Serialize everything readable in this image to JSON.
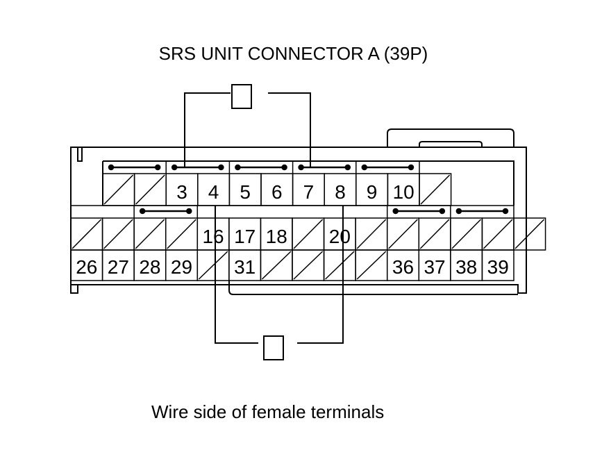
{
  "title": "SRS UNIT CONNECTOR A (39P)",
  "caption": "Wire side of female terminals",
  "terminals": {
    "row1": [
      "",
      "",
      "3",
      "4",
      "5",
      "6",
      "7",
      "8",
      "9",
      "10",
      ""
    ],
    "row2": [
      "",
      "",
      "",
      "",
      "16",
      "17",
      "18",
      "",
      "20",
      "",
      "",
      "",
      "",
      "",
      ""
    ],
    "row3": [
      "26",
      "27",
      "28",
      "29",
      "",
      "31",
      "",
      "",
      "",
      "",
      "36",
      "37",
      "38",
      "39"
    ]
  }
}
